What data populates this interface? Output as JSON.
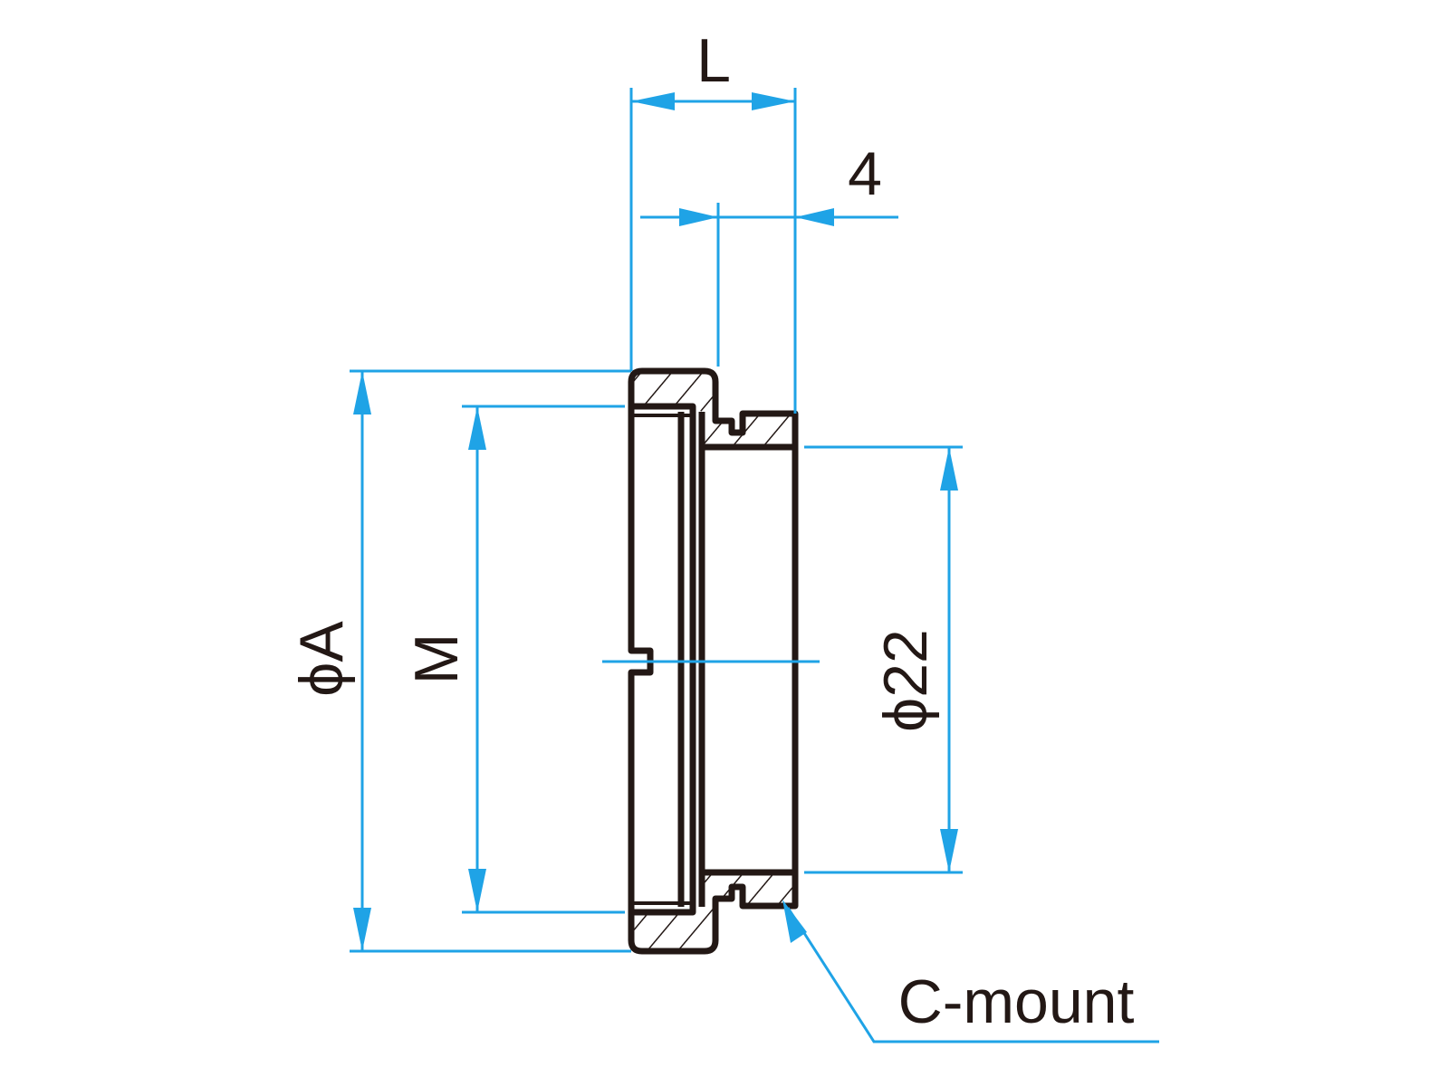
{
  "labels": {
    "length": "L",
    "flange_offset": "4",
    "outer_diameter": "ϕA",
    "thread": "M",
    "inner_diameter": "ϕ22",
    "mount": "C-mount"
  },
  "colors": {
    "dimension": "#1fa3e6",
    "outline": "#231815"
  }
}
